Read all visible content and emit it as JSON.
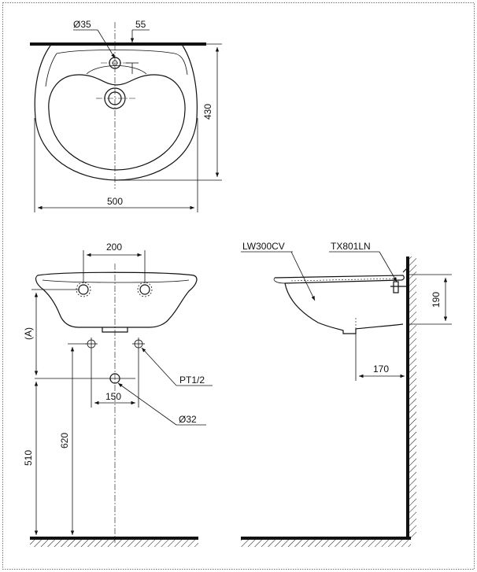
{
  "dimensions": {
    "top_hole_diameter": "Ø35",
    "top_offset": "55",
    "depth": "430",
    "width": "500",
    "tap_spacing": "200",
    "height_label": "(A)",
    "pipe_spacing": "150",
    "pipe_thread": "PT1/2",
    "drain_diameter": "Ø32",
    "height_510": "510",
    "height_620": "620",
    "side_height": "190",
    "wall_offset": "170"
  },
  "labels": {
    "basin_model": "LW300CV",
    "bracket_model": "TX801LN"
  }
}
